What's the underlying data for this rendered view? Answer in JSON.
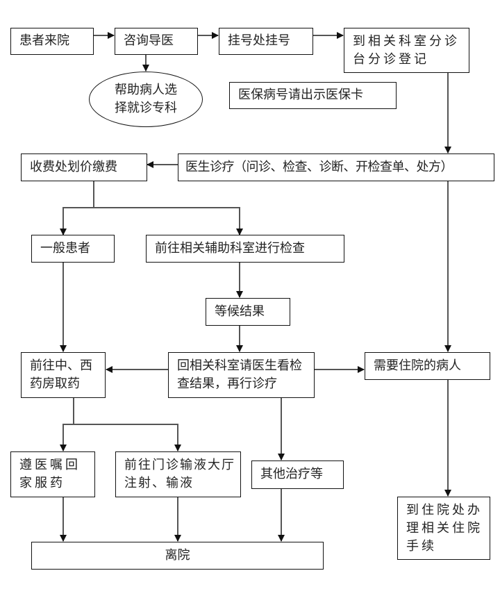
{
  "diagram": {
    "nodes": {
      "arrive": "患者来院",
      "consult": "咨询导医",
      "help_choose": "帮助病人选择就诊专科",
      "register": "挂号处挂号",
      "triage": "到相关科室分诊台分诊登记",
      "insurance_note": "医保病号请出示医保卡",
      "doctor": "医生诊疗（问诊、检查、诊断、开检查单、处方）",
      "payment": "收费处划价缴费",
      "general_patient": "一般患者",
      "aux_exam": "前往相关辅助科室进行检查",
      "wait_result": "等候结果",
      "pharmacy": "前往中、西药房取药",
      "review": "回相关科室请医生看检查结果，再行诊疗",
      "need_inpatient": "需要住院的病人",
      "home_medicine": "遵医嘱回家服药",
      "infusion": "前往门诊输液大厅注射、输液",
      "other_treatment": "其他治疗等",
      "admission": "到住院处办理相关住院手续",
      "leave": "离院"
    }
  }
}
